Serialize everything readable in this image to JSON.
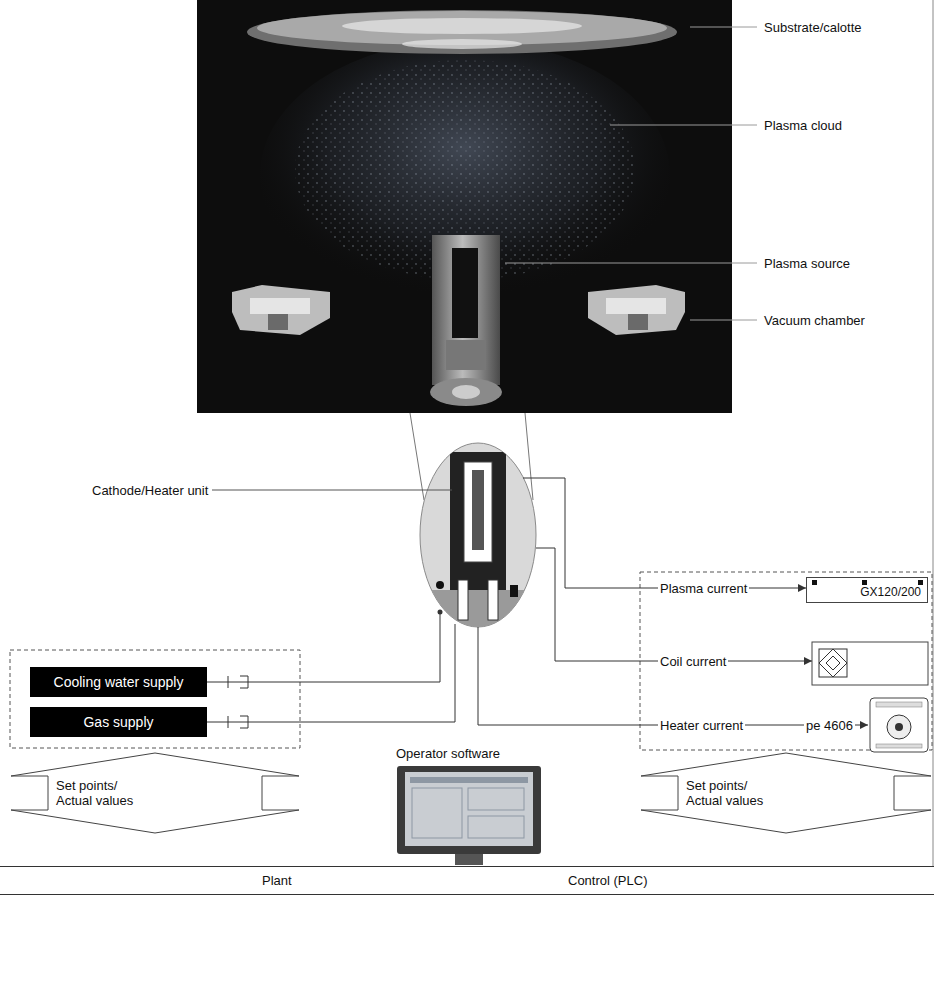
{
  "diagram": {
    "nodes": [
      {
        "text": [
          "GX120/200"
        ]
      },
      {
        "text": [
          "Cooling water supply"
        ]
      },
      {
        "text": [
          "Gas supply"
        ]
      },
      {
        "text": [
          "Set points/ Actual values"
        ]
      },
      {
        "text": [
          "Set points/ Actual values"
        ]
      },
      {
        "text": [
          "Plant",
          "Control (PLC)"
        ]
      }
    ],
    "labels": [
      "Substrate/calotte",
      "Plasma cloud",
      "Plasma source",
      "Vacuum chamber",
      "Cathode/Heater unit",
      "Plasma current",
      "Coil current",
      "Heater current",
      "pe 4606",
      "Operator software"
    ]
  }
}
